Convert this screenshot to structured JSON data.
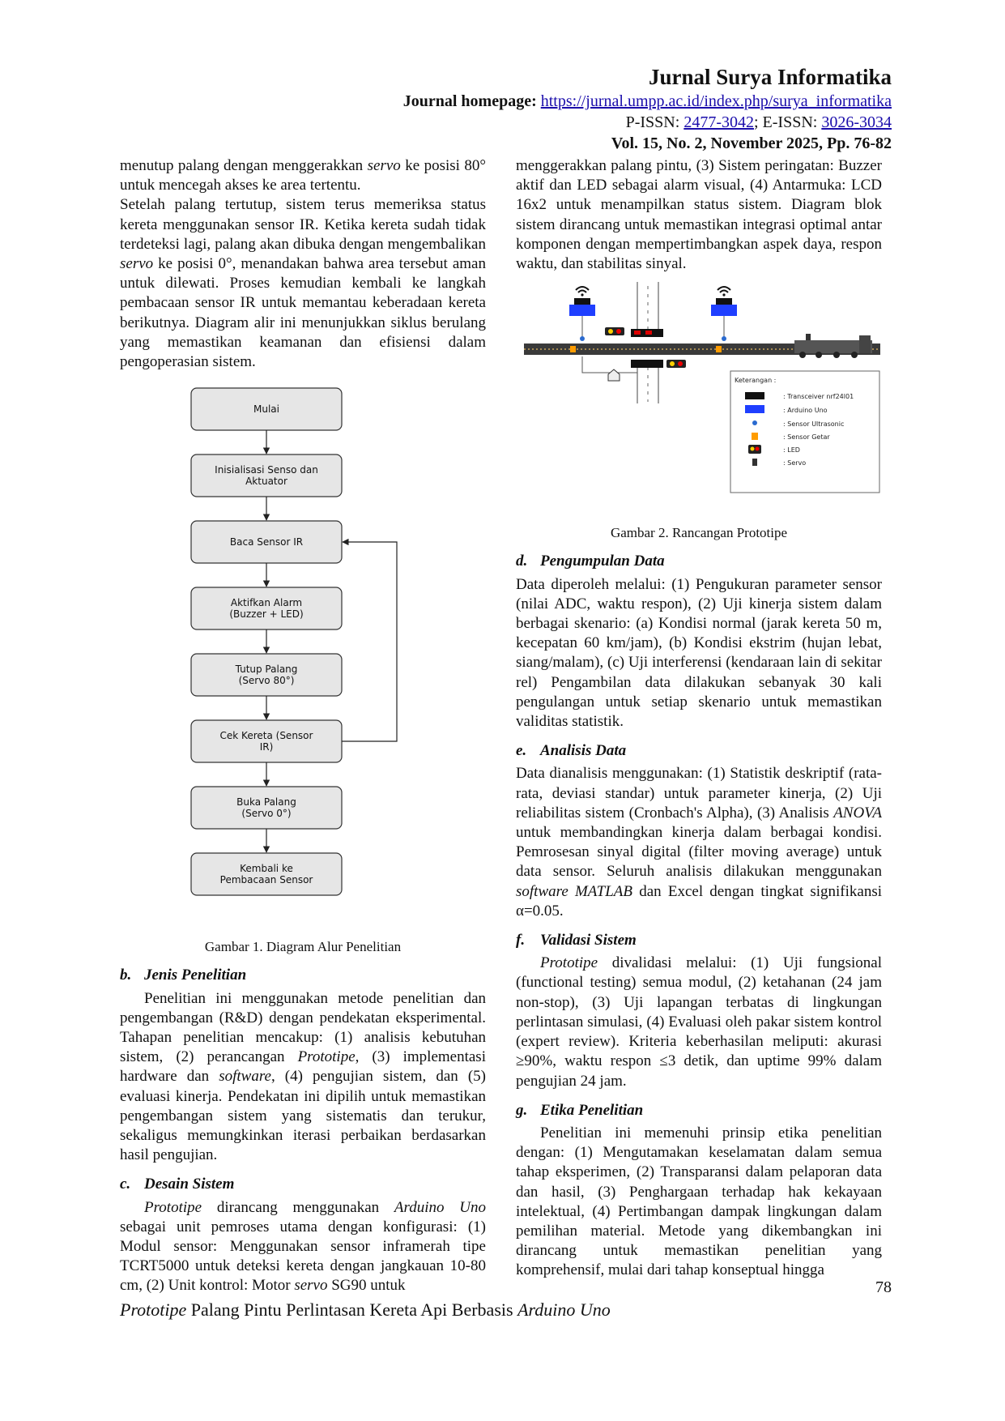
{
  "header": {
    "journal_title": "Jurnal Surya Informatika",
    "homepage_label": "Journal homepage:",
    "homepage_url": "https://jurnal.umpp.ac.id/index.php/surya_informatika",
    "pissn_label": "P-ISSN:",
    "pissn": "2477-3042",
    "eissn_label": "; E-ISSN:",
    "eissn": "3026-3034",
    "volume": "Vol. 15, No. 2, November 2025, Pp. 76-82"
  },
  "left": {
    "p1_a": "menutup palang dengan menggerakkan ",
    "p1_servo": "servo",
    "p1_b": " ke posisi 80° untuk mencegah akses ke area tertentu.",
    "p2_a": "Setelah palang tertutup, sistem terus memeriksa status kereta menggunakan sensor IR. Ketika kereta sudah tidak terdeteksi lagi, palang akan dibuka dengan mengembalikan ",
    "p2_servo": "servo",
    "p2_b": " ke posisi 0°, menandakan bahwa area tersebut aman untuk dilewati. Proses kemudian kembali ke langkah pembacaan sensor IR untuk memantau keberadaan kereta berikutnya. Diagram alir ini menunjukkan siklus berulang yang memastikan keamanan dan efisiensi dalam pengoperasian sistem.",
    "flowchart": {
      "steps": [
        [
          "Mulai"
        ],
        [
          "Inisialisasi Senso dan",
          "Aktuator"
        ],
        [
          "Baca Sensor IR"
        ],
        [
          "Aktifkan Alarm",
          "(Buzzer + LED)"
        ],
        [
          "Tutup Palang",
          "(Servo 80°)"
        ],
        [
          "Cek Kereta (Sensor",
          "IR)"
        ],
        [
          "Buka Palang",
          "(Servo 0°)"
        ],
        [
          "Kembali ke",
          "Pembacaan Sensor"
        ]
      ]
    },
    "fig1_caption": "Gambar 1. Diagram Alur Penelitian",
    "sec_b_label": "b.",
    "sec_b_title": "Jenis Penelitian",
    "b_a": "Penelitian ini menggunakan metode penelitian dan pengembangan (R&D) dengan pendekatan eksperimental. Tahapan penelitian mencakup: (1) analisis kebutuhan sistem, (2) perancangan ",
    "b_prototipe": "Prototipe",
    "b_b": ", (3) implementasi hardware dan ",
    "b_software": "software",
    "b_c": ", (4) pengujian sistem, dan (5) evaluasi kinerja. Pendekatan ini dipilih untuk memastikan pengembangan sistem yang sistematis dan terukur, sekaligus memungkinkan iterasi perbaikan berdasarkan hasil pengujian.",
    "sec_c_label": "c.",
    "sec_c_title": "Desain Sistem",
    "c_prototipe": "Prototipe",
    "c_a": " dirancang menggunakan ",
    "c_arduino": "Arduino Uno",
    "c_b": " sebagai unit pemroses utama dengan konfigurasi: (1) Modul sensor: Menggunakan sensor inframerah tipe TCRT5000 untuk deteksi kereta dengan jangkauan 10-80 cm, (2) Unit kontrol: Motor ",
    "c_servo": "servo",
    "c_c": " SG90 untuk"
  },
  "right": {
    "p1": "menggerakkan palang pintu, (3) Sistem peringatan: Buzzer aktif dan LED sebagai alarm visual, (4) Antarmuka: LCD 16x2 untuk menampilkan status sistem. Diagram blok sistem dirancang untuk memastikan integrasi optimal antar komponen dengan mempertimbangkan aspek daya, respon waktu, dan stabilitas sinyal.",
    "legend": {
      "title": "Keterangan :",
      "items": [
        ": Transceiver nrf24l01",
        ": Arduino Uno",
        ": Sensor Ultrasonic",
        ": Sensor Getar",
        ": LED",
        ": Servo"
      ]
    },
    "fig2_caption": "Gambar 2. Rancangan Prototipe",
    "sec_d_label": "d.",
    "sec_d_title": "Pengumpulan Data",
    "d_text": "Data diperoleh melalui: (1) Pengukuran parameter sensor (nilai ADC, waktu respon), (2) Uji kinerja sistem dalam berbagai skenario: (a) Kondisi normal (jarak kereta 50 m, kecepatan 60 km/jam), (b) Kondisi ekstrim (hujan lebat, siang/malam), (c) Uji interferensi (kendaraan lain di sekitar rel) Pengambilan data dilakukan sebanyak 30 kali pengulangan untuk setiap skenario untuk memastikan validitas statistik.",
    "sec_e_label": "e.",
    "sec_e_title": "Analisis Data",
    "e_a": "Data dianalisis menggunakan: (1) Statistik deskriptif (rata-rata, deviasi standar) untuk parameter kinerja, (2) Uji reliabilitas sistem (Cronbach's Alpha), (3) Analisis ",
    "e_anova": "ANOVA",
    "e_b": " untuk membandingkan kinerja dalam berbagai kondisi. Pemrosesan sinyal digital (filter moving average) untuk data sensor. Seluruh analisis dilakukan menggunakan ",
    "e_software": "software MATLAB",
    "e_c": " dan Excel dengan tingkat signifikansi α=0.05.",
    "sec_f_label": "f.",
    "sec_f_title": "Validasi Sistem",
    "f_prototipe": "Prototipe",
    "f_a": " divalidasi melalui: (1) Uji fungsional (functional testing) semua modul, (2) ketahanan (24 jam non-stop), (3) Uji lapangan terbatas di lingkungan perlintasan simulasi, (4) Evaluasi oleh pakar sistem kontrol (expert review). Kriteria keberhasilan meliputi: akurasi ≥90%, waktu respon ≤3 detik, dan uptime 99% dalam pengujian 24 jam.",
    "sec_g_label": "g.",
    "sec_g_title": "Etika Penelitian",
    "g_text": "Penelitian ini memenuhi prinsip etika penelitian dengan: (1) Mengutamakan keselamatan dalam semua tahap eksperimen, (2) Transparansi dalam pelaporan data dan hasil, (3) Penghargaan terhadap hak kekayaan intelektual, (4) Pertimbangan dampak lingkungan dalam pemilihan material. Metode yang dikembangkan ini dirancang untuk memastikan penelitian yang komprehensif, mulai dari tahap konseptual hingga"
  },
  "page_number": "78",
  "footer": {
    "a": "Prototipe",
    "b": " Palang Pintu Perlintasan Kereta Api Berbasis ",
    "c": "Arduino Uno"
  }
}
